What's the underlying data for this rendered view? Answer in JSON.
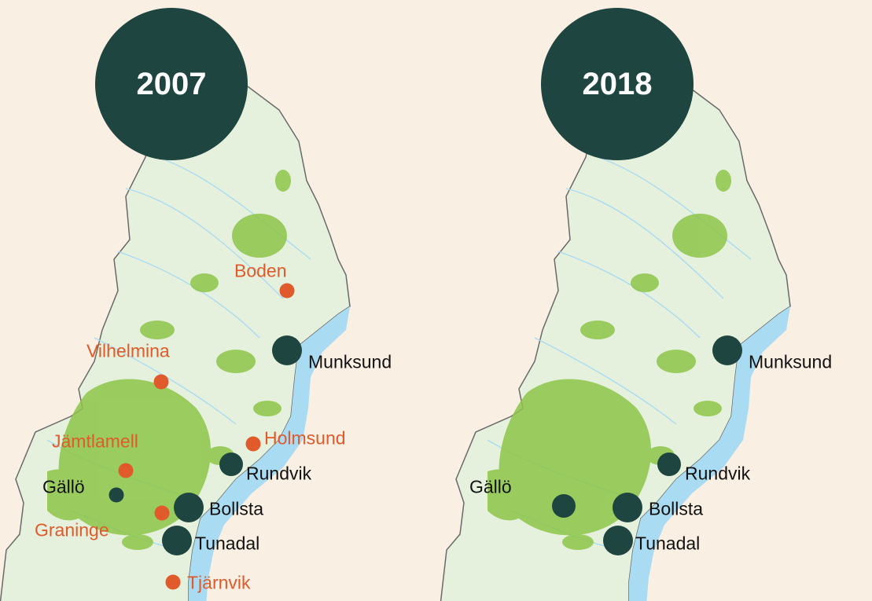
{
  "colors": {
    "background": "#f9efe3",
    "land": "#e5f1dc",
    "forest": "#8dc54a",
    "water": "#a9dbf2",
    "border": "#6a6a6a",
    "active_site": "#1f4540",
    "closed_site": "#e05a2b"
  },
  "panels": [
    {
      "year": "2007",
      "sites": [
        {
          "name": "Boden",
          "status": "closed",
          "size": "small"
        },
        {
          "name": "Munksund",
          "status": "active",
          "size": "large"
        },
        {
          "name": "Vilhelmina",
          "status": "closed",
          "size": "small"
        },
        {
          "name": "Holmsund",
          "status": "closed",
          "size": "small"
        },
        {
          "name": "Jämtlamell",
          "status": "closed",
          "size": "small"
        },
        {
          "name": "Rundvik",
          "status": "active",
          "size": "medium"
        },
        {
          "name": "Gällö",
          "status": "active",
          "size": "small"
        },
        {
          "name": "Bollsta",
          "status": "active",
          "size": "large"
        },
        {
          "name": "Graninge",
          "status": "closed",
          "size": "small"
        },
        {
          "name": "Tunadal",
          "status": "active",
          "size": "large"
        },
        {
          "name": "Tjärnvik",
          "status": "closed",
          "size": "small"
        }
      ]
    },
    {
      "year": "2018",
      "sites": [
        {
          "name": "Munksund",
          "status": "active",
          "size": "large"
        },
        {
          "name": "Rundvik",
          "status": "active",
          "size": "medium"
        },
        {
          "name": "Gällö",
          "status": "active",
          "size": "medium"
        },
        {
          "name": "Bollsta",
          "status": "active",
          "size": "large"
        },
        {
          "name": "Tunadal",
          "status": "active",
          "size": "large"
        }
      ]
    }
  ]
}
